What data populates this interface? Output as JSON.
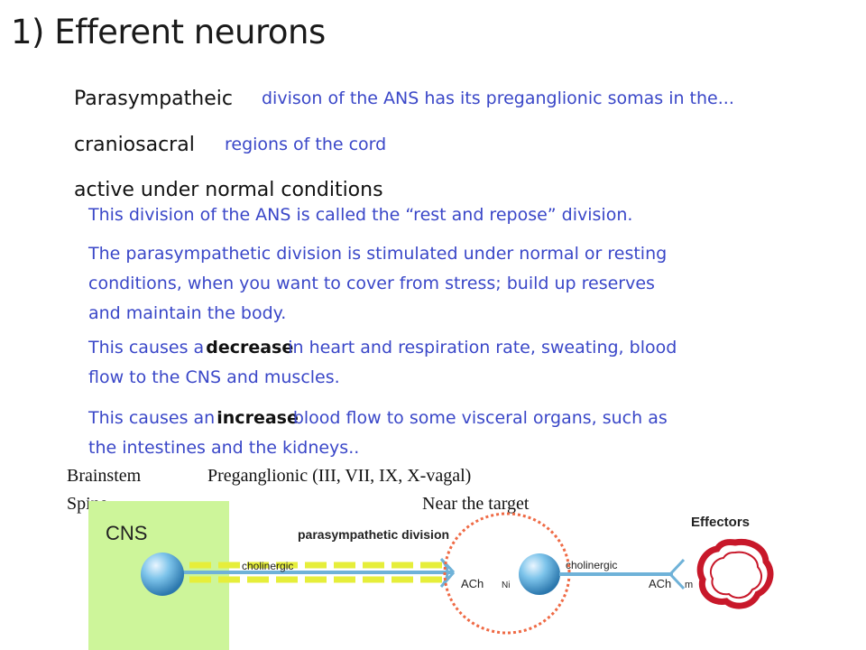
{
  "title": "1) Efferent neurons",
  "rows": {
    "r1": {
      "black": "Parasympatheic",
      "blue": "divison of the ANS has its preganglionic somas in the..."
    },
    "r2": {
      "black": "craniosacral",
      "blue": "regions of the cord"
    },
    "r3": {
      "black": "active under normal conditions"
    }
  },
  "paragraphs": {
    "p1": "This division of the ANS is called the “rest and repose” division.",
    "p2_l1": "The parasympathetic division is stimulated under normal or resting",
    "p2_l2": "conditions, when you want to cover from stress; build up reserves",
    "p2_l3": "and maintain the body.",
    "p3_pre": "This causes a",
    "p3_bold": "decrease",
    "p3_post": "in heart and respiration rate, sweating, blood",
    "p3_l2": "flow to the CNS and muscles.",
    "p4_pre": "This causes an",
    "p4_bold": "increase",
    "p4_post": "blood flow to some visceral organs, such as",
    "p4_l2": "the intestines and the kidneys.."
  },
  "labels": {
    "brainstem": "Brainstem",
    "preganglionic": "Preganglionic (III, VII, IX, X-vagal)",
    "spine": "Spine",
    "near_target": "Near the target"
  },
  "diagram": {
    "cns": "CNS",
    "division": "parasympathetic division",
    "effectors": "Effectors",
    "cholinergic_1": "cholinergic",
    "cholinergic_2": "cholinergic",
    "ach_1": "ACh",
    "ni": "Ni",
    "ach_2": "ACh",
    "m": "m"
  },
  "colors": {
    "text_blue": "#3a47c8",
    "cns_box": "#cdf59a",
    "axon_yellow": "#e6ee3a",
    "axon_blue": "#6fb2d8",
    "ganglion_circle": "#ef6a45",
    "effector_red": "#c8182a"
  }
}
